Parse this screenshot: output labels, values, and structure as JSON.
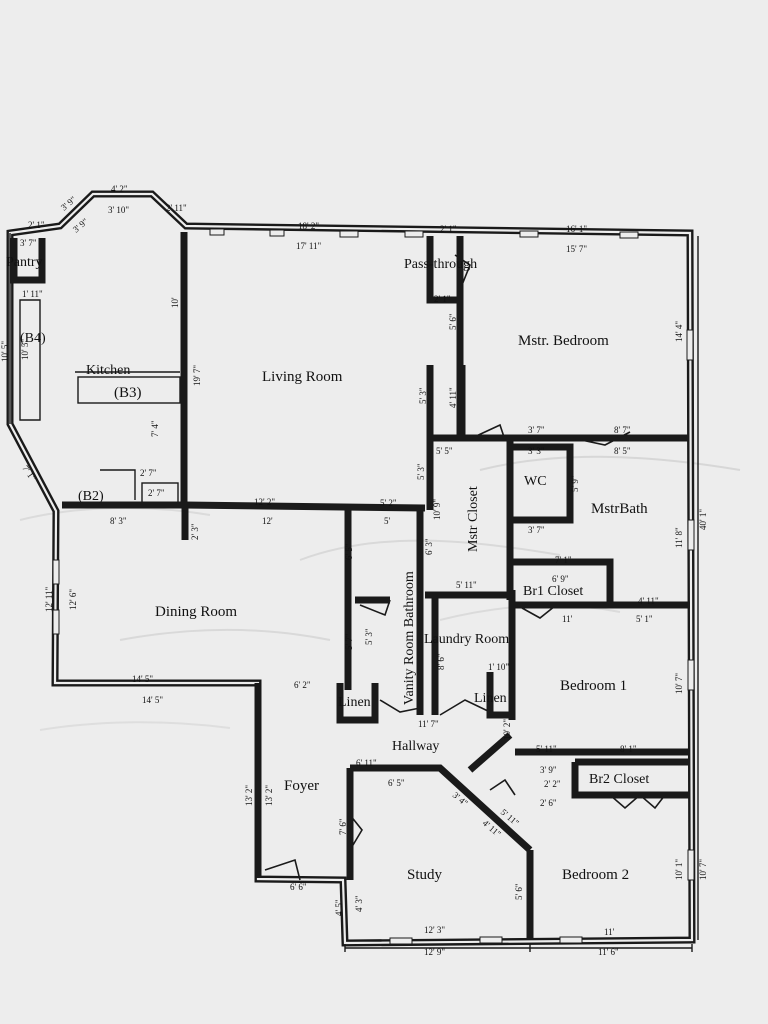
{
  "rooms": {
    "pantry": "Pantry",
    "kitchen": "Kitchen",
    "b3": "(B3)",
    "b4": "(B4)",
    "b2": "(B2)",
    "living_room": "Living Room",
    "pass_through": "Pass-through",
    "master_bedroom": "Mstr. Bedroom",
    "wc": "WC",
    "master_closet": "Mstr Closet",
    "master_bath": "MstrBath",
    "br1_closet": "Br1 Closet",
    "dining_room": "Dining Room",
    "vanity_room_bathroom": "Vanity Room Bathroom",
    "laundry_room": "Laundry Room",
    "bedroom_1": "Bedroom 1",
    "linen_1": "Linen",
    "linen_2": "Linen",
    "hallway": "Hallway",
    "foyer": "Foyer",
    "br2_closet": "Br2 Closet",
    "study": "Study",
    "bedroom_2": "Bedroom 2"
  },
  "dimensions": {
    "d01": "4' 2\"",
    "d02": "3' 10\"",
    "d03": "3' 9\"",
    "d04": "2' 11\"",
    "d05": "2' 1\"",
    "d06": "3' 9\"",
    "d07": "18' 2\"",
    "d08": "17' 11\"",
    "d09": "2' 1\"",
    "d10": "16' 1\"",
    "d11": "15' 7\"",
    "d12": "3' 7\"",
    "d13": "1' 11\"",
    "d14": "10' 5\"",
    "d15": "10' 5\"",
    "d16": "10'",
    "d17": "19' 7\"",
    "d18": "5' 6\"",
    "d19": "2' 1\"",
    "d20": "14' 4\"",
    "d21": "5' 3\"",
    "d22": "4' 11\"",
    "d23": "7' 4\"",
    "d24": "7' 1\"",
    "d25": "2' 7\"",
    "d26": "2' 7\"",
    "d27": "3' 7\"",
    "d28": "8' 7\"",
    "d29": "5' 5\"",
    "d30": "3' 3\"",
    "d31": "8' 5\"",
    "d32": "5' 3\"",
    "d33": "5' 9\"",
    "d34": "10' 9\"",
    "d35": "40' 1\"",
    "d36": "12' 2\"",
    "d37": "5' 2\"",
    "d38": "8' 3\"",
    "d39": "12'",
    "d40": "2' 3\"",
    "d41": "5'",
    "d42": "3' 7\"",
    "d43": "11' 8\"",
    "d44": "6' 5\"",
    "d45": "12' 11\"",
    "d46": "12' 6\"",
    "d47": "6' 3\"",
    "d48": "7' 1\"",
    "d49": "6' 9\"",
    "d50": "5' 11\"",
    "d51": "4' 11\"",
    "d52": "11'",
    "d53": "5' 1\"",
    "d54": "5' 7\"",
    "d55": "5' 3\"",
    "d56": "8' 6\"",
    "d57": "14' 5\"",
    "d58": "14' 5\"",
    "d59": "6' 2\"",
    "d60": "1' 10\"",
    "d61": "10' 7\"",
    "d62": "11' 7\"",
    "d63": "10' 2\"",
    "d64": "5' 11\"",
    "d65": "8' 1\"",
    "d66": "6' 11\"",
    "d67": "3' 9\"",
    "d68": "2' 2\"",
    "d69": "6' 5\"",
    "d70": "3' 4\"",
    "d71": "2' 6\"",
    "d72": "13' 2\"",
    "d73": "13' 2\"",
    "d74": "7' 6\"",
    "d75": "4' 11\"",
    "d76": "5' 11\"",
    "d77": "5' 6\"",
    "d78": "10' 1\"",
    "d79": "10' 7\"",
    "d80": "6' 6\"",
    "d81": "4' 5\"",
    "d82": "4' 3\"",
    "d83": "12' 3\"",
    "d84": "11'",
    "d85": "12' 9\"",
    "d86": "11' 6\""
  }
}
